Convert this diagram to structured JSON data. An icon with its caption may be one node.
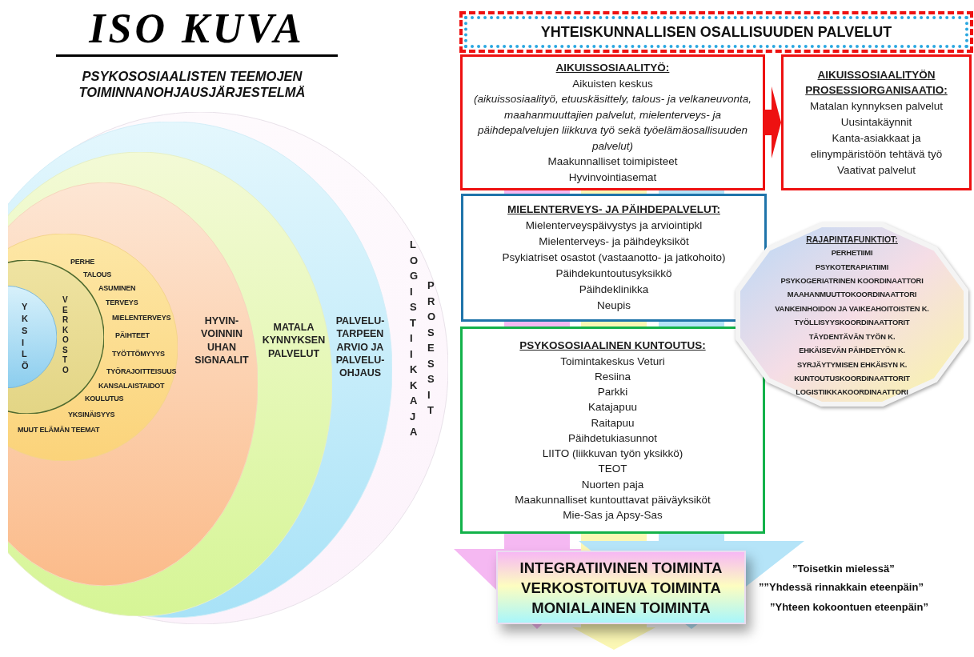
{
  "diagram": {
    "title": "ISO KUVA",
    "nodes": [
      {
        "text": [
          "LOGISTIIKKA JA",
          "PROSESSIT"
        ]
      },
      {
        "text": [
          "PALVELU-TARPEEN ARVIO JA PALVELU-OHJAUS"
        ],
        "in": 0
      },
      {
        "text": [
          "MATALA KYNNYKSEN PALVELUT"
        ],
        "in": 1
      },
      {
        "text": [
          "HYVIN-VOINNIN UHAN SIGNAALIT"
        ],
        "in": 2
      },
      {
        "text": [
          "PERHE",
          "TALOUS",
          "ASUMINEN",
          "TERVEYS",
          "MIELENTERVEYS",
          "PÄIHTEET",
          "TYÖTTÖMYYYS",
          "TYÖRAJOITTEISUUS",
          "KANSALAISTAIDOT",
          "KOULUTUS",
          "YKSINÄISYYS",
          "MUUT ELÄMÄN TEEMAT"
        ],
        "in": 3
      },
      {
        "text": [
          "VERKOSTO"
        ],
        "in": 4
      },
      {
        "text": [
          "YKSILÖ"
        ],
        "in": 5
      },
      {
        "text": [
          "YHTEISKUNNALLISEN OSALLISUUDEN PALVELUT"
        ]
      },
      {
        "text": [
          "AIKUISSOSIAALITYÖ:",
          "Aikuisten keskus",
          "(aikuissosiaalityö, etuuskäsittely, talous- ja velkaneuvonta, maahanmuuttajien palvelut, mielenterveys- ja päihdepalvelujen liikkuva työ sekä työelämäosallisuuden palvelut)",
          "Maakunnalliset toimipisteet",
          "Hyvinvointiasemat"
        ]
      },
      {
        "text": [
          "AIKUISSOSIAALITYÖN PROSESSIORGANISAATIO:",
          "Matalan kynnyksen palvelut",
          "Uusintakäynnit",
          "Kanta-asiakkaat ja elinympäristöön tehtävä työ",
          "Vaativat palvelut"
        ]
      },
      {
        "text": [
          "MIELENTERVEYS- JA PÄIHDEPALVELUT:",
          "Mielenterveyspäivystys ja arviointipkl",
          "Mielenterveys- ja päihdeyksiköt",
          "Psykiatriset osastot (vastaanotto- ja jatkohoito)",
          "Päihdekuntoutusyksikkö",
          "Päihdeklinikka",
          "Neupis"
        ]
      },
      {
        "text": [
          "RAJAPINTAFUNKTIOT:",
          "PERHETIIMI",
          "PSYKOTERAPIATIIMI",
          "PSYKOGERIATRINEN KOORDINAATTORI",
          "MAAHANMUUTTOKOORDINAATTORI",
          "VANKEINHOIDON JA VAIKEAHOITOISTEN K.",
          "TYÖLLISYYSKOORDINAATTORIT",
          "TÄYDENTÄVÄN TYÖN K.",
          "EHKÄISEVÄN PÄIHDETYÖN K.",
          "SYRJÄYTYMISEN EHKÄISYN K.",
          "KUNTOUTUSKOORDINAATTORIT",
          "LOGISTIIKKAKOORDINAATTORI"
        ]
      },
      {
        "text": [
          "PSYKOSOSIAALINEN KUNTOUTUS:",
          "Toimintakeskus Veturi",
          "Resiina",
          "Parkki",
          "Katajapuu",
          "Raitapuu",
          "Päihdetukiasunnot",
          "LIITO (liikkuvan työn yksikkö)",
          "TEOT",
          "Nuorten paja",
          "Maakunnalliset kuntouttavat päiväyksiköt",
          "Mie-Sas ja Apsy-Sas"
        ]
      },
      {
        "text": [
          "INTEGRATIIVINEN TOIMINTA",
          "VERKOSTOITUVA TOIMINTA",
          "MONIALAINEN TOIMINTA"
        ]
      }
    ],
    "edges": [
      {
        "from": 8,
        "to": 9,
        "arrow": "to",
        "color": "#ee1111"
      },
      {
        "from": 8,
        "to": 13,
        "arrow": "to",
        "color": "#f5b8f2"
      },
      {
        "from": 8,
        "to": 13,
        "arrow": "to",
        "color": "#fbf7b4"
      },
      {
        "from": 8,
        "to": 13,
        "arrow": "to",
        "color": "#b5e4f8"
      }
    ],
    "labels": [
      "PSYKOSOSIAALISTEN TEEMOJEN TOIMINNANOHJAUSJÄRJESTELMÄ",
      "”Toisetkin mielessä”",
      "””Yhdessä rinnakkain eteenpäin”",
      "”Yhteen kokoontuen eteenpäin”"
    ]
  }
}
